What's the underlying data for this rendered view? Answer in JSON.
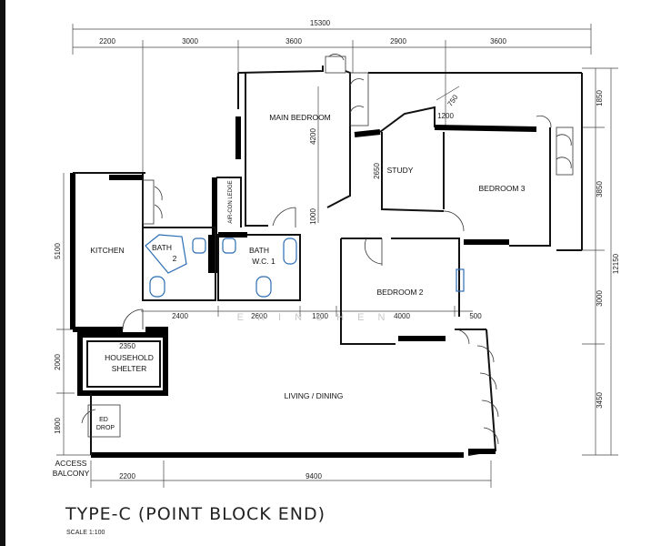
{
  "plan": {
    "title": "TYPE-C  (POINT BLOCK END)",
    "scale": "SCALE  1:100",
    "watermark": "E R I N C H E N"
  },
  "dimensions": {
    "overall": "15300",
    "top": [
      "2200",
      "3000",
      "3600",
      "2900",
      "3600"
    ],
    "mid": [
      "2400",
      "2600",
      "1200",
      "4000",
      "500"
    ],
    "bottom": [
      "2200",
      "9400"
    ],
    "left": [
      "5100",
      "2000",
      "1800"
    ],
    "right": [
      "1850",
      "3850",
      "3000",
      "3450"
    ],
    "right_total": "12150",
    "inner": {
      "main_bedroom": "4200",
      "door_1000": "1000",
      "study_side": "2650",
      "diag_a": "750",
      "diag_b": "1200",
      "shelter_width": "2350"
    }
  },
  "rooms": {
    "main_bedroom": "MAIN  BEDROOM",
    "study": "STUDY",
    "bedroom_3": "BEDROOM  3",
    "kitchen": "KITCHEN",
    "bath": "BATH",
    "bath_no": "2",
    "aircon": "AIR-CON\nLEDGE",
    "bath_wc": "BATH",
    "wc": "W.C.  1",
    "bedroom_2": "BEDROOM  2",
    "shelter_1": "HOUSEHOLD",
    "shelter_2": "SHELTER",
    "living": "LIVING  /  DINING",
    "refuse_1": "ED",
    "refuse_2": "DROP",
    "balcony_1": "ACCESS",
    "balcony_2": "BALCONY"
  },
  "colors": {
    "wall": "#111111",
    "accent": "#2b6db3",
    "background": "#ffffff"
  }
}
